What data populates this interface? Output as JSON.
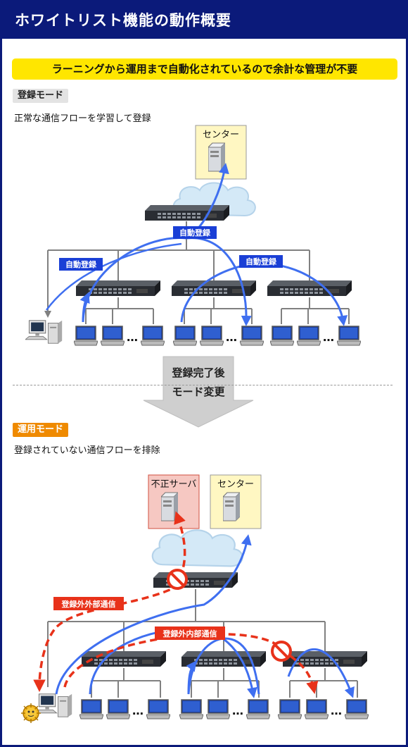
{
  "header": {
    "title": "ホワイトリスト機能の動作概要"
  },
  "banner": "ラーニングから運用まで自動化されているので余計な管理が不要",
  "register_mode": {
    "tag": "登録モード",
    "description": "正常な通信フローを学習して登録",
    "center_label": "センター",
    "auto_label": "自動登録"
  },
  "transition": {
    "line1": "登録完了後",
    "line2": "モード変更"
  },
  "operation_mode": {
    "tag": "運用モード",
    "description": "登録されていない通信フローを排除",
    "rogue_server_label": "不正サーバ",
    "center_label": "センター",
    "external_label": "登録外外部通信",
    "internal_label": "登録外内部通信"
  },
  "ellipsis": "…",
  "colors": {
    "header": "#0b1a7a",
    "banner": "#ffe600",
    "blue_arrow": "#3f6ff0",
    "red_arrow": "#e8321a",
    "op_tag": "#ef8a00"
  }
}
